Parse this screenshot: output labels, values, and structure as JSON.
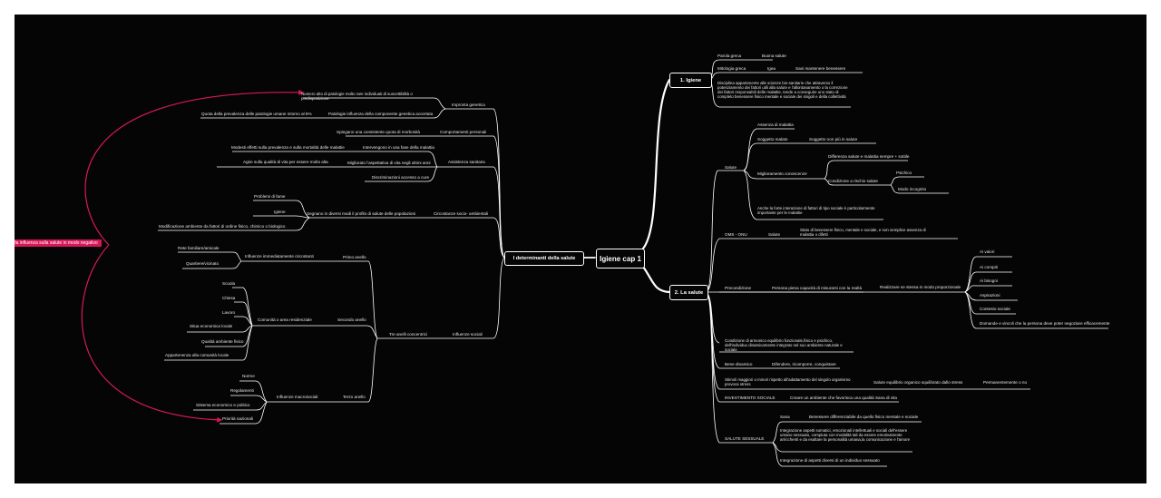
{
  "central": "Igiene cap 1",
  "hubs": {
    "determinanti": "I determinanti della salute",
    "igiene": "1. Igiene",
    "salute": "2. La salute"
  },
  "igiene": {
    "parola_greca": "Parola greca",
    "buona_salute": "Buona salute",
    "mitologia": "Mitologia greca",
    "igea": "Igea",
    "sani": "Sani mantenere benessere",
    "disciplina": "Disciplina appartenente alle scienze bio-sanitarie che attraverso il potenziamento dei fattori utili alla salute e l'allontanamento o la correzione dei fattori responsabili delle malattie, tende a conseguire uno stato di completo benessere fisico mentale e sociale dei singoli e della collettività"
  },
  "salute": {
    "salute": "Salute",
    "assenza": "Assenza di malattia",
    "soggetto_malato": "Soggetto malato",
    "soggetto_non_piu": "Soggetto non più in salute",
    "miglioramento": "Miglioramento conoscenze",
    "differenza": "Differenza salute e malattia sempre + sottile",
    "condizione_rischio": "Condizione a rischio salute",
    "psichico": "Psichico",
    "modo_incognito": "Modo incognito",
    "anche_forte": "Anche la forte interazione di fattori di tipo sociale è particolarmente importante per le malattie",
    "oms": "OMS - ONU",
    "salute2": "Salute",
    "stato_benessere": "Stato di benessere fisico, mentale e sociale, e non semplice assenza di malattia o difetti",
    "precondizione": "Precondizione",
    "persona_piena": "Persona piena capacità di misurarsi con la realtà",
    "realizzare": "Realizzare se stessa in modo proporzionale",
    "ai_valori": "Ai valori",
    "ai_compiti": "Ai compiti",
    "ai_bisogni": "Ai bisogni",
    "aspirazioni": "Aspirazioni",
    "contesto": "Contesto sociale",
    "domande": "Domande e vincoli che la persona deve poter negoziare efficacemente",
    "condizione_armonico": "Condizione di armonico equilibrio funzionale,fisico e psichico, dell'individuo dinamicamente integrato nel suo ambiente naturale e sociale",
    "bene_dinamico": "Bene dinamico",
    "difendere": "Difendere, ricomporre, conquistare",
    "stimoli": "Stimoli maggiori o minori  rispetto all'adattamento del singolo organismo provoca stress",
    "salute_equilibrio": "Salute equilibrio organico squilibrato dallo stress",
    "permanentemente": "Permanentemente o no",
    "investimento": "INVESTIMENTO SOCIALE",
    "creare_ambiente": "Creare un ambiente che favorisca una qualità Sana di vita",
    "salute_sessuale": "SALUTE SESSUALE",
    "sana": "Sana",
    "benessere_diff": "Benessere differenziabile da quello fisico mentale e sociale",
    "integrazione1": "Integrazione aspetti somatici, emozionali intellettuali e sociali dell'essere umano sessuato, compiuta con modalità tali da essere emotivamente arricchenti e da esaltare la personalità umana,la comunicazione e l'amore",
    "integrazione2": "Integrazione di aspetti diversi di un individuo sessuato"
  },
  "determinanti": {
    "impronta": "Impronta genetica",
    "numero_alto": "Numero alto di patologie molto rare individuati di suscettibilità o predisposizione",
    "patologie_influenza": "Patologie influenza della componente genetica accertata",
    "quota_prevalenza": "Quota della prevalenza delle patologie umane intorno al 5%",
    "comportamenti": "Comportamenti personali",
    "spiegano": "Spiegano una consistente quota di morbosità",
    "assistenza": "Assistenza sanitaria",
    "intervengono": "Intervengono in una fase della malattia",
    "modesti": "Modesti effetti sulla prevalenza e sulla mortalità delle malattie",
    "migliorato": "Migliorato l'aspettativa di vita negli ultimi anni",
    "agire": "Agire sulla qualità di vita per essere molto alta",
    "discriminazioni": "Discriminazioni accesso a cure",
    "circostanze": "Circostanze socio- ambientali",
    "segnano": "Segnano in diversi modi il profilo di salute delle popolazioni",
    "problemi_fame": "Problemi di fame",
    "igiene": "Igiene",
    "modificazione": "Modificazione ambiente  da fattori di ordine fisico, chimico o biologico",
    "influenze_sociali": "Influenze sociali",
    "tre_anelli": "Tre anelli concentrici",
    "primo_anello": "Primo anello",
    "influenze_immediate": "Influenze immediatamente circostanti",
    "rete_familiare": "Rete familiare/amicale",
    "quartiere": "Quartiere/vicinato",
    "secondo_anello": "Secondo anello",
    "comunita": "Comunità o area residenziale",
    "scuola": "Scuola",
    "chiesa": "Chiesa",
    "lavoro": "Lavoro",
    "situa_economica": "Situa economica locale",
    "qualita_ambiente": "Qualità ambiente fisico",
    "appartenenza": "Appartenenza alla comunità locale",
    "terzo_anello": "Terzo anello",
    "influenze_macro": "Influenze macrosociali",
    "norme": "Norme",
    "regolamenti": "Regolamenti",
    "sistema": "Sistema economico e politico",
    "priorita": "Priorità nazionali"
  },
  "floating_label": "Ha influenza sulla salute in modo negativo",
  "colors": {
    "background": "#050505",
    "line": "#ffffff",
    "accent": "#d6185a"
  }
}
